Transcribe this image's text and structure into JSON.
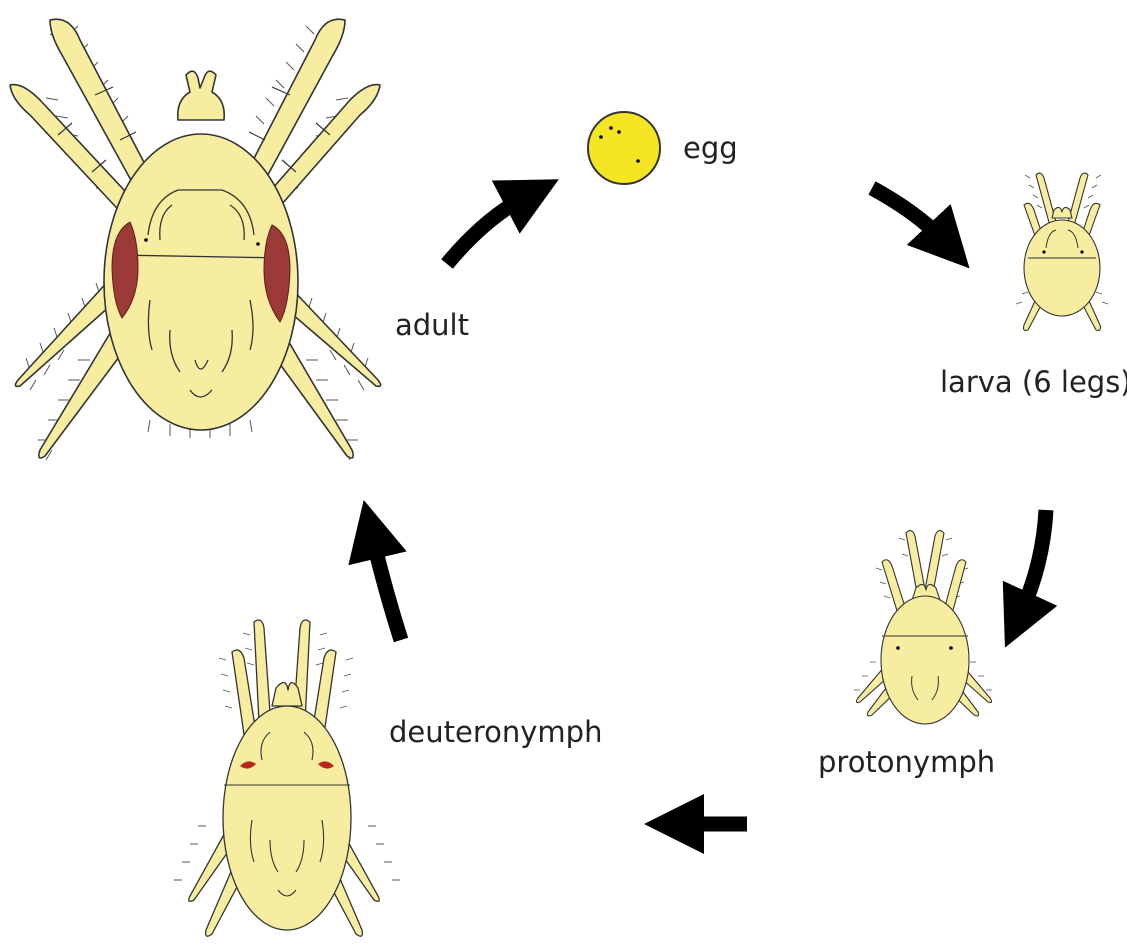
{
  "stages": {
    "egg": {
      "label": "egg"
    },
    "larva": {
      "label": "larva (6 legs)"
    },
    "protonymph": {
      "label": "protonymph"
    },
    "deuteronymph": {
      "label": "deuteronymph"
    },
    "adult": {
      "label": "adult"
    }
  },
  "colors": {
    "body": "#f6eda0",
    "egg": "#f4e622",
    "outline": "#333333",
    "eyespot_adult": "#9b3a36",
    "eyespot_deuteronymph": "#b8281e",
    "arrow": "#000000"
  }
}
